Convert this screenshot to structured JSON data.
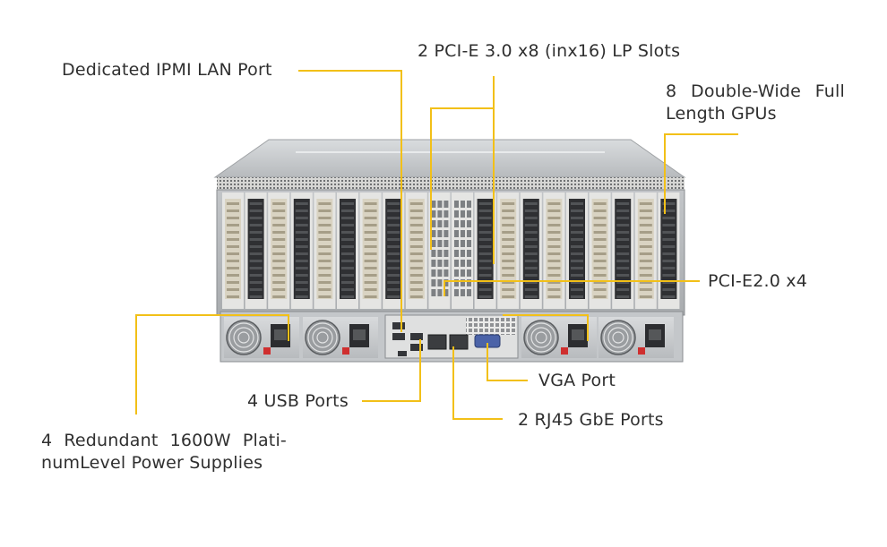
{
  "colors": {
    "leader": "#f2c018",
    "text": "#2f2f2f",
    "chassis_top": "#c9ccce",
    "chassis_panel": "#b9bcbf",
    "slot_dark": "#2e2f31",
    "slot_light": "#e4e4e2",
    "psu_body": "#cfd2d4"
  },
  "labels": {
    "ipmi": "Dedicated IPMI LAN Port",
    "pcie_lp": "2 PCI-E 3.0 x8 (inx16) LP Slots",
    "gpus_line1": "8 Double-Wide Full",
    "gpus_line2": "Length GPUs",
    "pcie2": "PCI-E2.0 x4",
    "vga": "VGA Port",
    "usb": "4 USB Ports",
    "rj45": "2 RJ45 GbE Ports",
    "psu_line1": "4 Redundant 1600W Plati-",
    "psu_line2": "numLevel Power Supplies"
  },
  "icons": {
    "psu_fan": "fan-icon",
    "power_socket": "power-socket-icon",
    "usb_port": "usb-port-icon",
    "rj45_port": "rj45-port-icon",
    "vga_port": "vga-port-icon"
  }
}
